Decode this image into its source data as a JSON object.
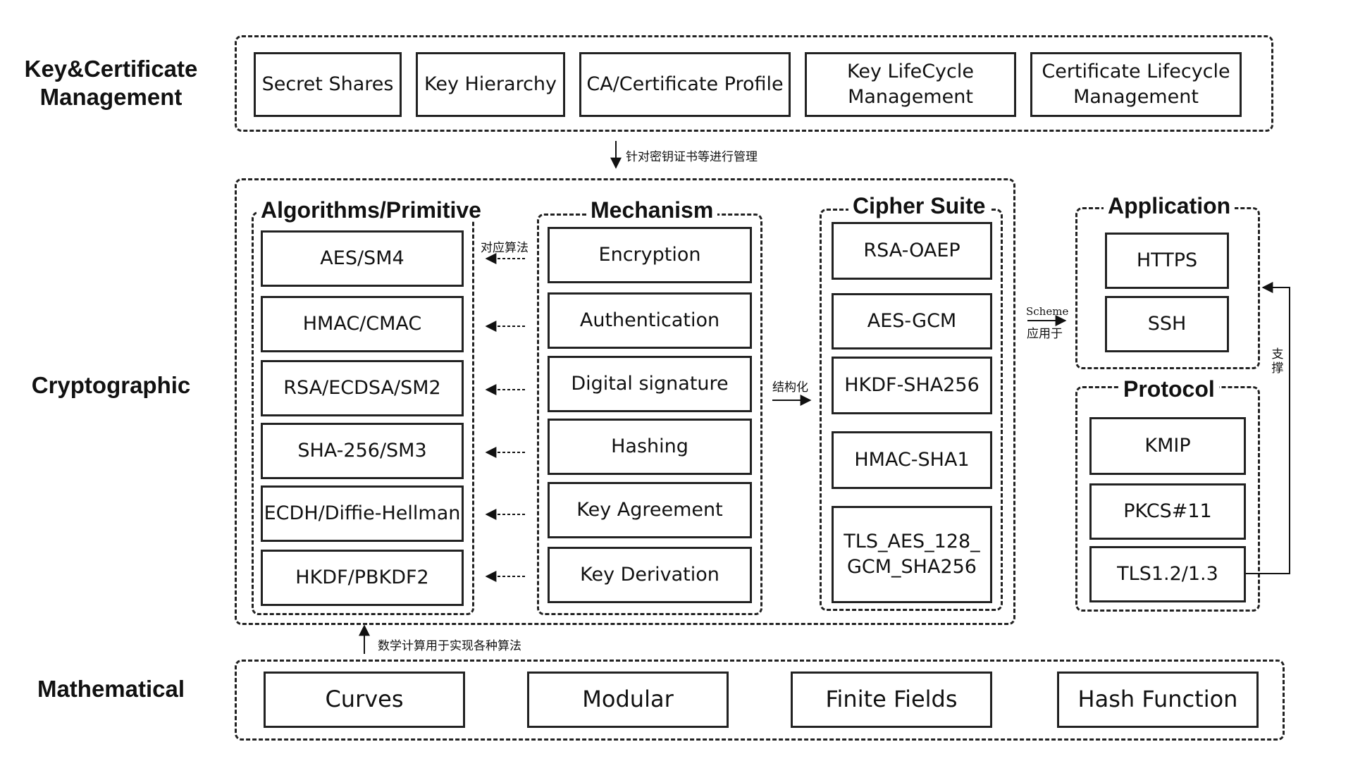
{
  "layers": {
    "key_mgmt": "Key&Certificate\nManagement",
    "crypto": "Cryptographic",
    "math": "Mathematical"
  },
  "key_mgmt_items": [
    "Secret Shares",
    "Key Hierarchy",
    "CA/Certificate Profile",
    "Key LifeCycle Management",
    "Certificate Lifecycle Management"
  ],
  "groups": {
    "algorithms": "Algorithms/Primitive",
    "mechanism": "Mechanism",
    "cipher_suite": "Cipher Suite",
    "application": "Application",
    "protocol": "Protocol"
  },
  "algorithms": [
    "AES/SM4",
    "HMAC/CMAC",
    "RSA/ECDSA/SM2",
    "SHA-256/SM3",
    "ECDH/Diffie-Hellman",
    "HKDF/PBKDF2"
  ],
  "mechanisms": [
    "Encryption",
    "Authentication",
    "Digital signature",
    "Hashing",
    "Key Agreement",
    "Key Derivation"
  ],
  "cipher_suites": [
    "RSA-OAEP",
    "AES-GCM",
    "HKDF-SHA256",
    "HMAC-SHA1",
    "TLS_AES_128_\nGCM_SHA256"
  ],
  "applications": [
    "HTTPS",
    "SSH"
  ],
  "protocols": [
    "KMIP",
    "PKCS#11",
    "TLS1.2/1.3"
  ],
  "math_items": [
    "Curves",
    "Modular",
    "Finite Fields",
    "Hash Function"
  ],
  "notes": {
    "manage": "针对密钥证书等进行管理",
    "corresponding": "对应算法",
    "structure": "结构化",
    "scheme_top": "Scheme",
    "scheme_bottom": "应用于",
    "support": "支撑",
    "math_impl": "数学计算用于实现各种算法"
  }
}
